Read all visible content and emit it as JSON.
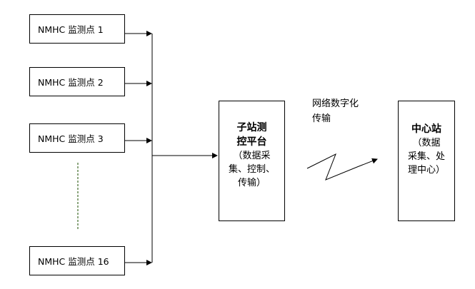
{
  "sensors": [
    {
      "label": "NMHC 监测点 1"
    },
    {
      "label": "NMHC 监测点 2"
    },
    {
      "label": "NMHC 监测点 3"
    },
    {
      "label": "NMHC 监测点 16"
    }
  ],
  "platform": {
    "title_line1": "子站测",
    "title_line2": "控平台",
    "desc_line1": "（数据采",
    "desc_line2": "集、控制、",
    "desc_line3": "传输）"
  },
  "network": {
    "line1": "网络数字化",
    "line2": "传输"
  },
  "center": {
    "title": "中心站",
    "desc_line1": "（数据",
    "desc_line2": "采集、处",
    "desc_line3": "理中心）"
  },
  "colors": {
    "ellipsis_line": "#3f6b2a",
    "stroke": "#000000"
  }
}
